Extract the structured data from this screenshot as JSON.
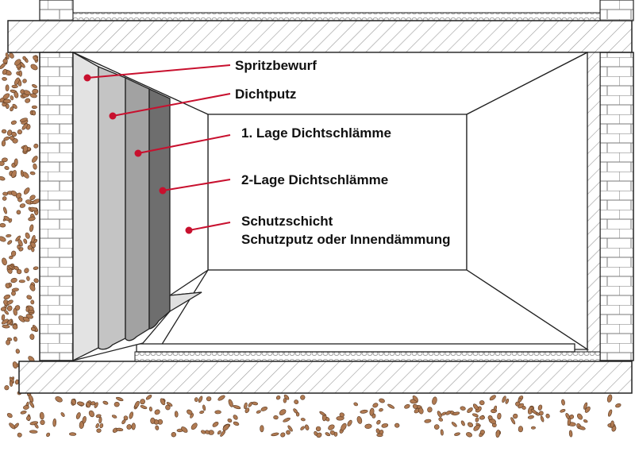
{
  "labels": {
    "spritzbewurf": "Spritzbewurf",
    "dichtputz": "Dichtputz",
    "lage1": "1. Lage Dichtschlämme",
    "lage2": "2-Lage Dichtschlämme",
    "schutz_line1": "Schutzschicht",
    "schutz_line2": "Schutzputz oder Innendämmung"
  },
  "colors": {
    "leader": "#c8102e",
    "soil": "#b07a52",
    "layer_spritzbewurf": "#e3e3e3",
    "layer_dichtputz": "#c4c4c4",
    "layer_lage1": "#a2a2a2",
    "layer_lage2": "#6e6e6e",
    "layer_schutz": "#ffffff",
    "outline": "#222222",
    "hatch": "#9a9a9a"
  }
}
